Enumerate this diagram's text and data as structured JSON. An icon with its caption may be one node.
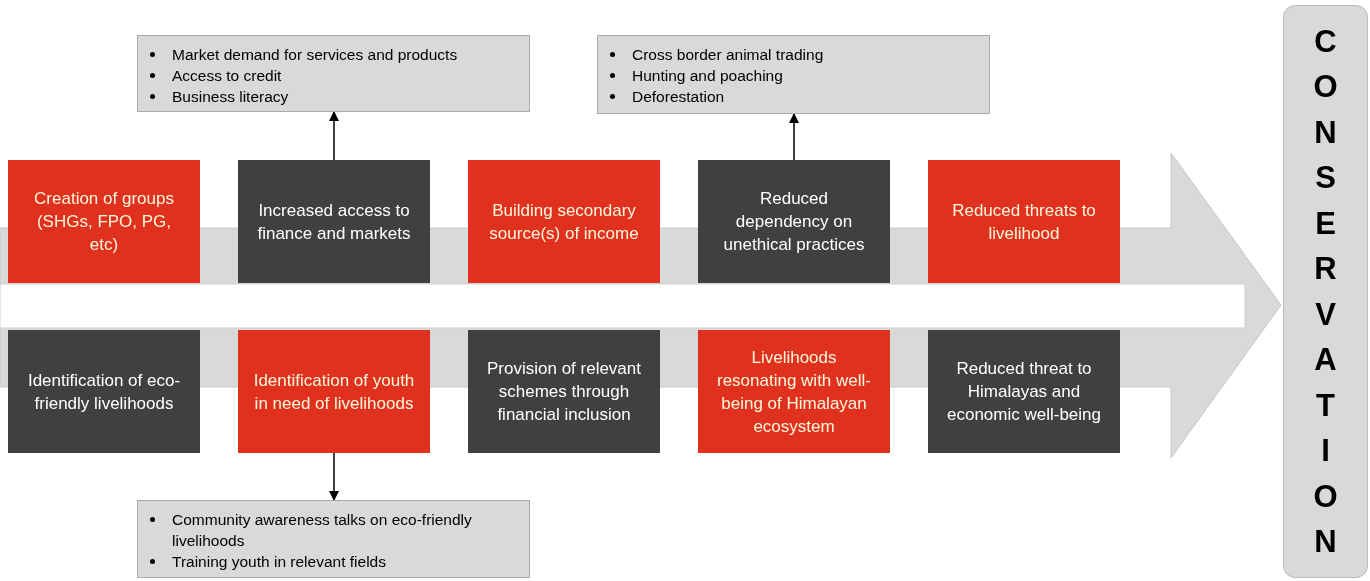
{
  "diagram": {
    "nodes": [
      {
        "text": [
          "Market demand for services and products",
          "Access to credit",
          "Business literacy"
        ]
      },
      {
        "text": [
          "Cross border animal trading",
          "Hunting and poaching",
          "Deforestation"
        ]
      },
      {
        "text": [
          "Creation of groups (SHGs, FPO, PG, etc)"
        ]
      },
      {
        "text": [
          "Increased access to finance and markets"
        ]
      },
      {
        "text": [
          "Building secondary source(s) of income"
        ]
      },
      {
        "text": [
          "Reduced dependency on unethical practices"
        ]
      },
      {
        "text": [
          "Reduced threats to livelihood"
        ]
      },
      {
        "text": [
          "Identification of eco-friendly livelihoods"
        ]
      },
      {
        "text": [
          "Identification of youth in need of livelihoods"
        ]
      },
      {
        "text": [
          "Provision of relevant schemes through financial inclusion"
        ]
      },
      {
        "text": [
          "Livelihoods resonating with well-being of Himalayan ecosystem"
        ]
      },
      {
        "text": [
          "Reduced threat to Himalayas and economic well-being"
        ]
      },
      {
        "text": [
          "Community awareness talks on eco-friendly livelihoods",
          "Training youth in relevant fields"
        ]
      },
      {
        "text": [
          "CONSERVATION"
        ]
      }
    ],
    "edges": [
      {
        "from": 3,
        "to": 0,
        "arrow": "to"
      },
      {
        "from": 5,
        "to": 1,
        "arrow": "to"
      },
      {
        "from": 8,
        "to": 12,
        "arrow": "to"
      },
      {
        "from": null,
        "to": 13,
        "arrow": "to"
      }
    ]
  }
}
